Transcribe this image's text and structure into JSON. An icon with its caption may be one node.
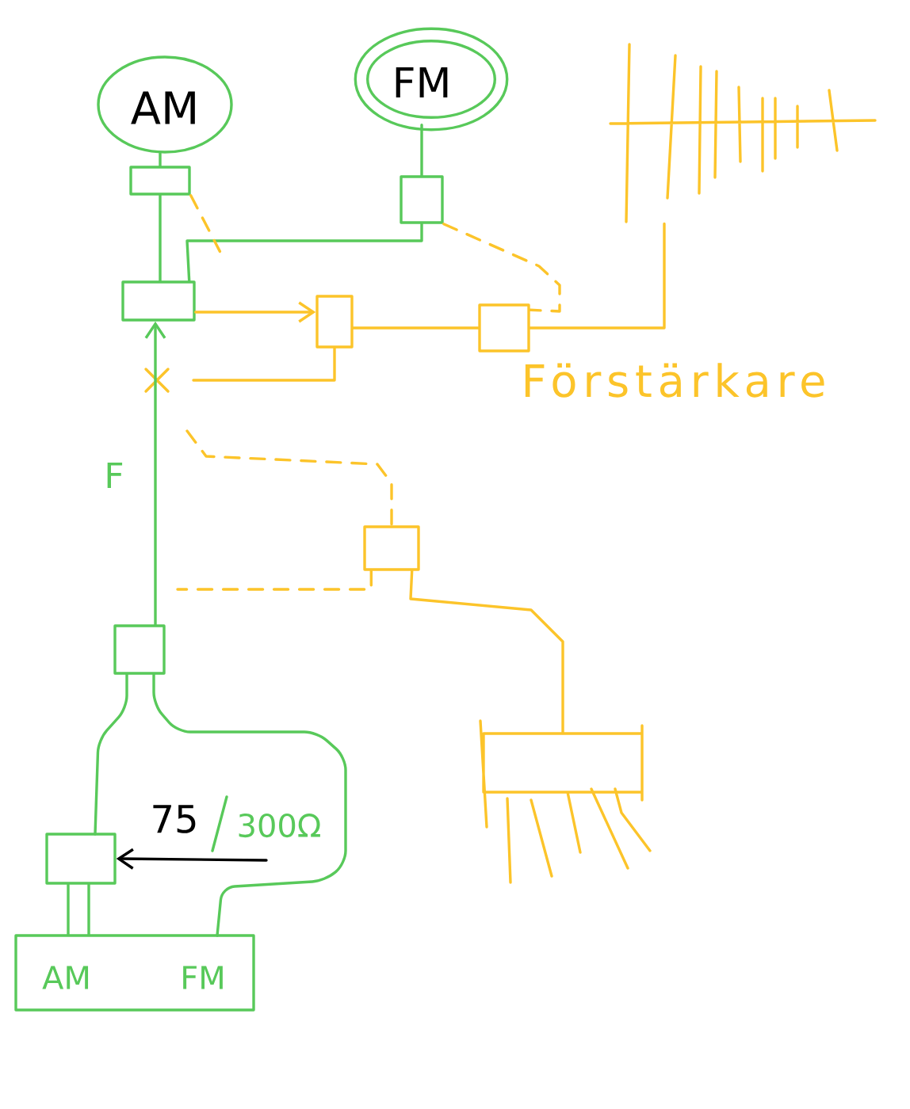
{
  "diagram": {
    "nodes": [
      {
        "text": [
          "AM"
        ]
      },
      {
        "text": [
          "FM"
        ]
      },
      {
        "text": [],
        "shape": "box"
      },
      {
        "text": [],
        "shape": "box"
      },
      {
        "text": [],
        "shape": "box"
      },
      {
        "text": [],
        "shape": "antenna"
      },
      {
        "text": [],
        "shape": "box",
        "beside": [
          "Förstärkare"
        ]
      },
      {
        "text": [],
        "shape": "box"
      },
      {
        "text": [],
        "shape": "box"
      },
      {
        "text": [],
        "shape": "antenna"
      },
      {
        "text": [],
        "shape": "box"
      },
      {
        "text": [
          "75",
          "300Ω"
        ]
      },
      {
        "text": [],
        "shape": "box"
      },
      {
        "text": [
          "AM",
          "FM"
        ]
      }
    ],
    "edges": [
      {
        "from": 0,
        "to": 2,
        "arrow": "none",
        "color": "#58c95a"
      },
      {
        "from": 1,
        "to": 3,
        "arrow": "none",
        "color": "#58c95a"
      },
      {
        "from": 2,
        "to": 4,
        "arrow": "none",
        "color": "#58c95a"
      },
      {
        "from": 3,
        "to": 4,
        "arrow": "none",
        "color": "#58c95a"
      },
      {
        "from": 10,
        "to": 4,
        "arrow": "to",
        "color": "#58c95a"
      },
      {
        "from": 5,
        "to": 6,
        "arrow": "none"
      },
      {
        "from": 6,
        "to": 7,
        "arrow": "none"
      },
      {
        "from": 4,
        "to": 7,
        "arrow": "to"
      },
      {
        "from": 7,
        "to": null,
        "arrow": "none"
      },
      {
        "from": 3,
        "to": 6,
        "arrow": "none",
        "style": "dashed"
      },
      {
        "from": 2,
        "to": null,
        "arrow": "none",
        "style": "dashed"
      },
      {
        "from": null,
        "to": 8,
        "arrow": "none",
        "style": "dashed"
      },
      {
        "from": 8,
        "to": null,
        "arrow": "none",
        "style": "dashed"
      },
      {
        "from": 8,
        "to": 9,
        "arrow": "none"
      },
      {
        "from": 12,
        "to": 13,
        "arrow": "none",
        "color": "#58c95a"
      },
      {
        "from": 12,
        "to": 13,
        "arrow": "none",
        "color": "#58c95a"
      },
      {
        "from": 11,
        "to": 12,
        "arrow": "to",
        "color": "#000000"
      }
    ],
    "labels": [
      "F"
    ]
  }
}
